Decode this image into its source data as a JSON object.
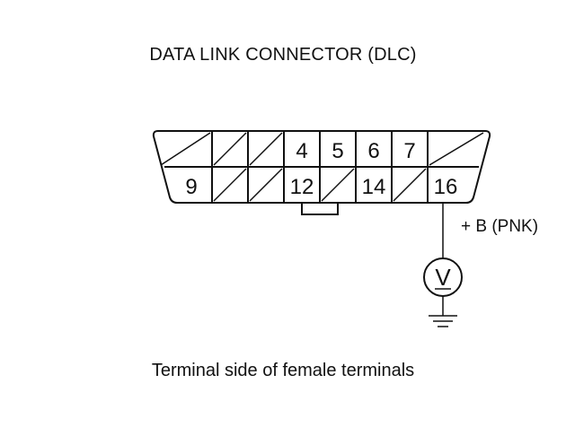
{
  "diagram": {
    "title": "DATA LINK CONNECTOR (DLC)",
    "caption": "Terminal side of female terminals",
    "supply_label": "+ B (PNK)",
    "meter_symbol": "V",
    "top_row_terminals": [
      "4",
      "5",
      "6",
      "7"
    ],
    "bottom_row_terminals": [
      "9",
      "12",
      "14",
      "16"
    ]
  }
}
